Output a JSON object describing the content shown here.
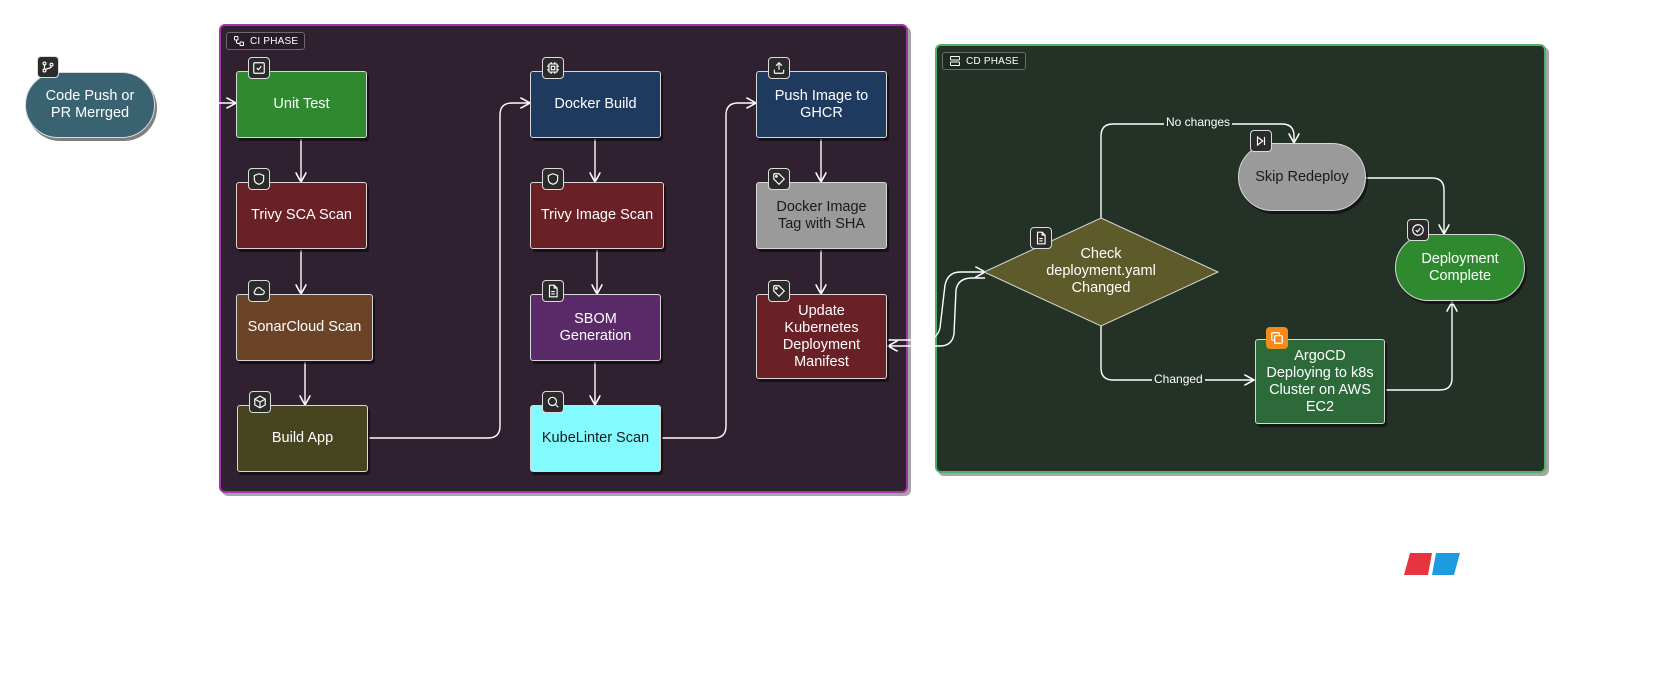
{
  "colors": {
    "ci_bg": "#2f2130",
    "ci_border": "#a435a8",
    "cd_bg": "#243127",
    "cd_border": "#4fb06b",
    "edge_ci": "#ffffff",
    "edge_cd": "#ffffff",
    "logo_red": "#e8343f",
    "logo_blue": "#1e9ae0"
  },
  "trigger": {
    "label": "Code Push or\nPR Merrged",
    "icon": "git-branch-icon",
    "color": "#3a6372"
  },
  "ci_phase": {
    "label": "CI PHASE",
    "icon": "workflow-icon",
    "nodes": [
      {
        "id": "unit-test",
        "label": "Unit Test",
        "icon": "check-square-icon",
        "color": "#2f8a2f"
      },
      {
        "id": "trivy-sca",
        "label": "Trivy SCA Scan",
        "icon": "shield-icon",
        "color": "#6a2126"
      },
      {
        "id": "sonarcloud",
        "label": "SonarCloud Scan",
        "icon": "cloud-icon",
        "color": "#6b4428"
      },
      {
        "id": "build-app",
        "label": "Build App",
        "icon": "package-icon",
        "color": "#46451f"
      },
      {
        "id": "docker-build",
        "label": "Docker Build",
        "icon": "cpu-icon",
        "color": "#1f3a5f"
      },
      {
        "id": "trivy-image",
        "label": "Trivy Image Scan",
        "icon": "shield-icon",
        "color": "#6a2126"
      },
      {
        "id": "sbom",
        "label": "SBOM\nGeneration",
        "icon": "file-text-icon",
        "color": "#5a2a69"
      },
      {
        "id": "kubelinter",
        "label": "KubeLinter Scan",
        "icon": "search-icon",
        "color": "#82fafe",
        "text_color": "#1a1a1a"
      },
      {
        "id": "push-image",
        "label": "Push Image to\nGHCR",
        "icon": "upload-icon",
        "color": "#1f3a5f"
      },
      {
        "id": "docker-tag",
        "label": "Docker Image\nTag with SHA",
        "icon": "tag-icon",
        "color": "#9a9a9a",
        "text_color": "#1a1a1a"
      },
      {
        "id": "update-manifest",
        "label": "Update\nKubernetes\nDeployment\nManifest",
        "icon": "tag-icon",
        "color": "#6a2126"
      }
    ]
  },
  "cd_phase": {
    "label": "CD PHASE",
    "icon": "server-icon",
    "decision": {
      "label": "Check\ndeployment.yaml\nChanged",
      "icon": "file-text-icon",
      "color": "#5e5b2a"
    },
    "nodes": [
      {
        "id": "skip",
        "label": "Skip Redeploy",
        "icon": "skip-forward-icon",
        "color": "#9a9a9a",
        "text_color": "#1a1a1a"
      },
      {
        "id": "argocd",
        "label": "ArgoCD\nDeploying to k8s\nCluster on AWS\nEC2",
        "icon": "copy-icon",
        "color": "#2d6a3a",
        "icon_bg": "#f38b1c"
      },
      {
        "id": "complete",
        "label": "Deployment\nComplete",
        "icon": "check-circle-icon",
        "color": "#2f8a2f"
      }
    ],
    "edge_labels": {
      "no_changes": "No changes",
      "changed": "Changed"
    }
  }
}
